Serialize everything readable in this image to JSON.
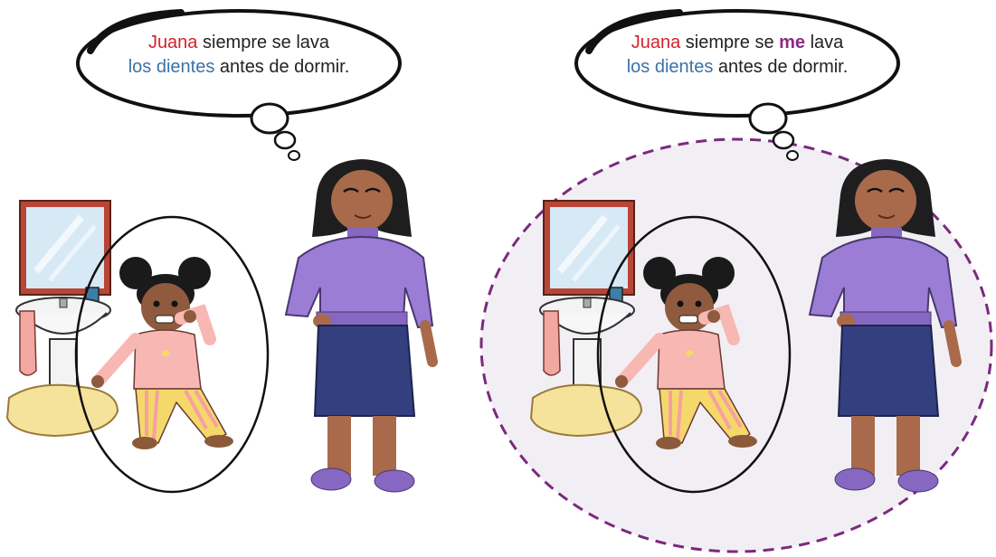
{
  "colors": {
    "subject": "#d3232e",
    "object": "#3a72a8",
    "reflexive": "#8a2a8a",
    "text": "#222222",
    "sweater": "#9b7dd6",
    "skirt": "#333f7e",
    "skin": "#a86a4a",
    "pajama_top": "#f7b7b3",
    "pajama_stripe": "#f5d86a",
    "dashed_circle": "#7b2a7e",
    "highlight_fill": "#f2eff4"
  },
  "panels": [
    {
      "id": "left",
      "sentence": {
        "subject": "Juana",
        "part1": " siempre se lava",
        "pronoun": "",
        "part1b": "",
        "object": "los dientes",
        "part2": " antes de dormir."
      }
    },
    {
      "id": "right",
      "sentence": {
        "subject": "Juana",
        "part1": " siempre se ",
        "pronoun": "me",
        "part1b": " lava",
        "object": "los dientes",
        "part2": " antes de dormir."
      }
    }
  ],
  "icons": {
    "mirror": "mirror-icon",
    "sink": "sink-icon",
    "rug": "rug-icon"
  }
}
